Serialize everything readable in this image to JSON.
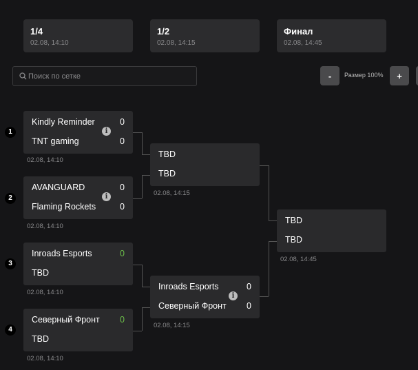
{
  "rounds": [
    {
      "title": "1/4",
      "date": "02.08, 14:10"
    },
    {
      "title": "1/2",
      "date": "02.08, 14:15"
    },
    {
      "title": "Финал",
      "date": "02.08, 14:45"
    }
  ],
  "search": {
    "placeholder": "Поиск по сетке",
    "value": ""
  },
  "zoom": {
    "minus": "-",
    "label": "Размер 100%",
    "plus": "+"
  },
  "matches": [
    {
      "num": "1",
      "t1": "Kindly Reminder",
      "s1": "0",
      "t2": "TNT gaming",
      "s2": "0",
      "date": "02.08, 14:10"
    },
    {
      "num": "2",
      "t1": "AVANGUARD",
      "s1": "0",
      "t2": "Flaming Rockets",
      "s2": "0",
      "date": "02.08, 14:10"
    },
    {
      "num": "3",
      "t1": "Inroads Esports",
      "s1": "0",
      "t2": "TBD",
      "s2": "",
      "date": "02.08, 14:10"
    },
    {
      "num": "4",
      "t1": "Северный Фронт",
      "s1": "0",
      "t2": "TBD",
      "s2": "",
      "date": "02.08, 14:10"
    },
    {
      "t1": "TBD",
      "s1": "",
      "t2": "TBD",
      "s2": "",
      "date": "02.08, 14:15"
    },
    {
      "t1": "Inroads Esports",
      "s1": "0",
      "t2": "Северный Фронт",
      "s2": "0",
      "date": "02.08, 14:15"
    },
    {
      "t1": "TBD",
      "s1": "",
      "t2": "TBD",
      "s2": "",
      "date": "02.08, 14:45"
    }
  ],
  "colors": {
    "win": "#6cc04a",
    "card": "#2a2a2c",
    "bg": "#151517"
  }
}
